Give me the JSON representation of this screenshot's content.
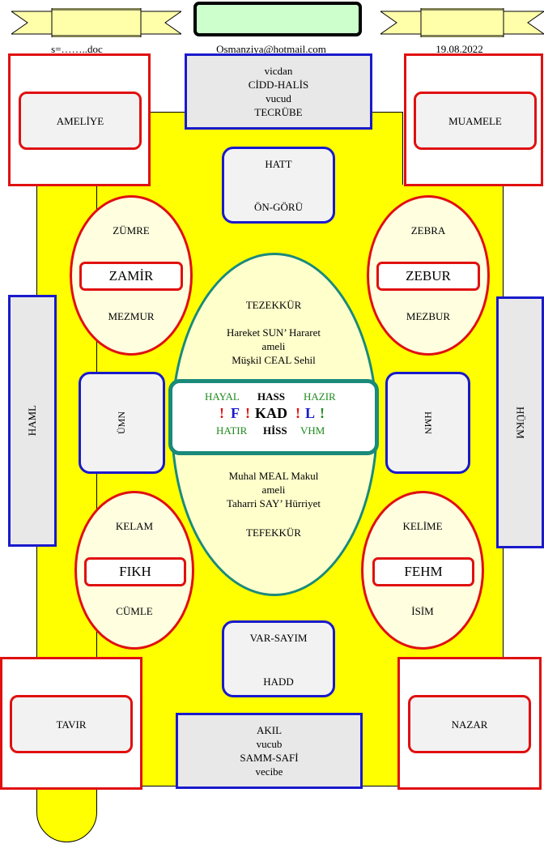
{
  "header": {
    "left_text": "s=……..doc",
    "center_text": "Osmanziya@hotmail.com",
    "right_text": "19.08.2022"
  },
  "top_box": {
    "lines": [
      "vicdan",
      "CİDD-HALİS",
      "vucud",
      "TECRÜBE"
    ]
  },
  "bottom_box": {
    "lines": [
      "AKIL",
      "vucub",
      "SAMM-SAFİ",
      "vecibe"
    ]
  },
  "corners": {
    "top_left": "AMELİYE",
    "top_right": "MUAMELE",
    "bottom_left": "TAVIR",
    "bottom_right": "NAZAR"
  },
  "top_rounded": {
    "line1": "HATT",
    "line2": "ÖN-GÖRÜ"
  },
  "bottom_rounded": {
    "line1": "VAR-SAYIM",
    "line2": "HADD"
  },
  "ellipses": {
    "top_left": {
      "top": "ZÜMRE",
      "center": "ZAMİR",
      "bottom": "MEZMUR"
    },
    "top_right": {
      "top": "ZEBRA",
      "center": "ZEBUR",
      "bottom": "MEZBUR"
    },
    "bottom_left": {
      "top": "KELAM",
      "center": "FIKH",
      "bottom": "CÜMLE"
    },
    "bottom_right": {
      "top": "KELİME",
      "center": "FEHM",
      "bottom": "İSİM"
    }
  },
  "side_bars": {
    "left": "HAML",
    "right": "HÜKM"
  },
  "inner_side": {
    "left": "ÜMN",
    "right": "HMN"
  },
  "center_oval": {
    "top_title": "TEZEKKÜR",
    "top_line1": "Hareket SUN’ Hararet",
    "top_line2": "ameli",
    "top_line3": "Müşkil CEAL Sehil",
    "bottom_line1": "Muhal MEAL Makul",
    "bottom_line2": "ameli",
    "bottom_line3": "Taharri SAY’ Hürriyet",
    "bottom_title": "TEFEKKÜR"
  },
  "core": {
    "row1": [
      "HAYAL",
      "HASS",
      "HAZIR"
    ],
    "row2": [
      "!",
      "F",
      "!",
      "KAD",
      "!",
      "L",
      "!"
    ],
    "row3": [
      "HATIR",
      "HİSS",
      "VHM"
    ]
  },
  "colors": {
    "yellow": "#ffff00",
    "red": "#e01010",
    "blue": "#1a1acc",
    "teal": "#1a8a7a",
    "green": "#1e8a1e",
    "banner": "#ffffaa",
    "center_box": "#ccffcc"
  }
}
